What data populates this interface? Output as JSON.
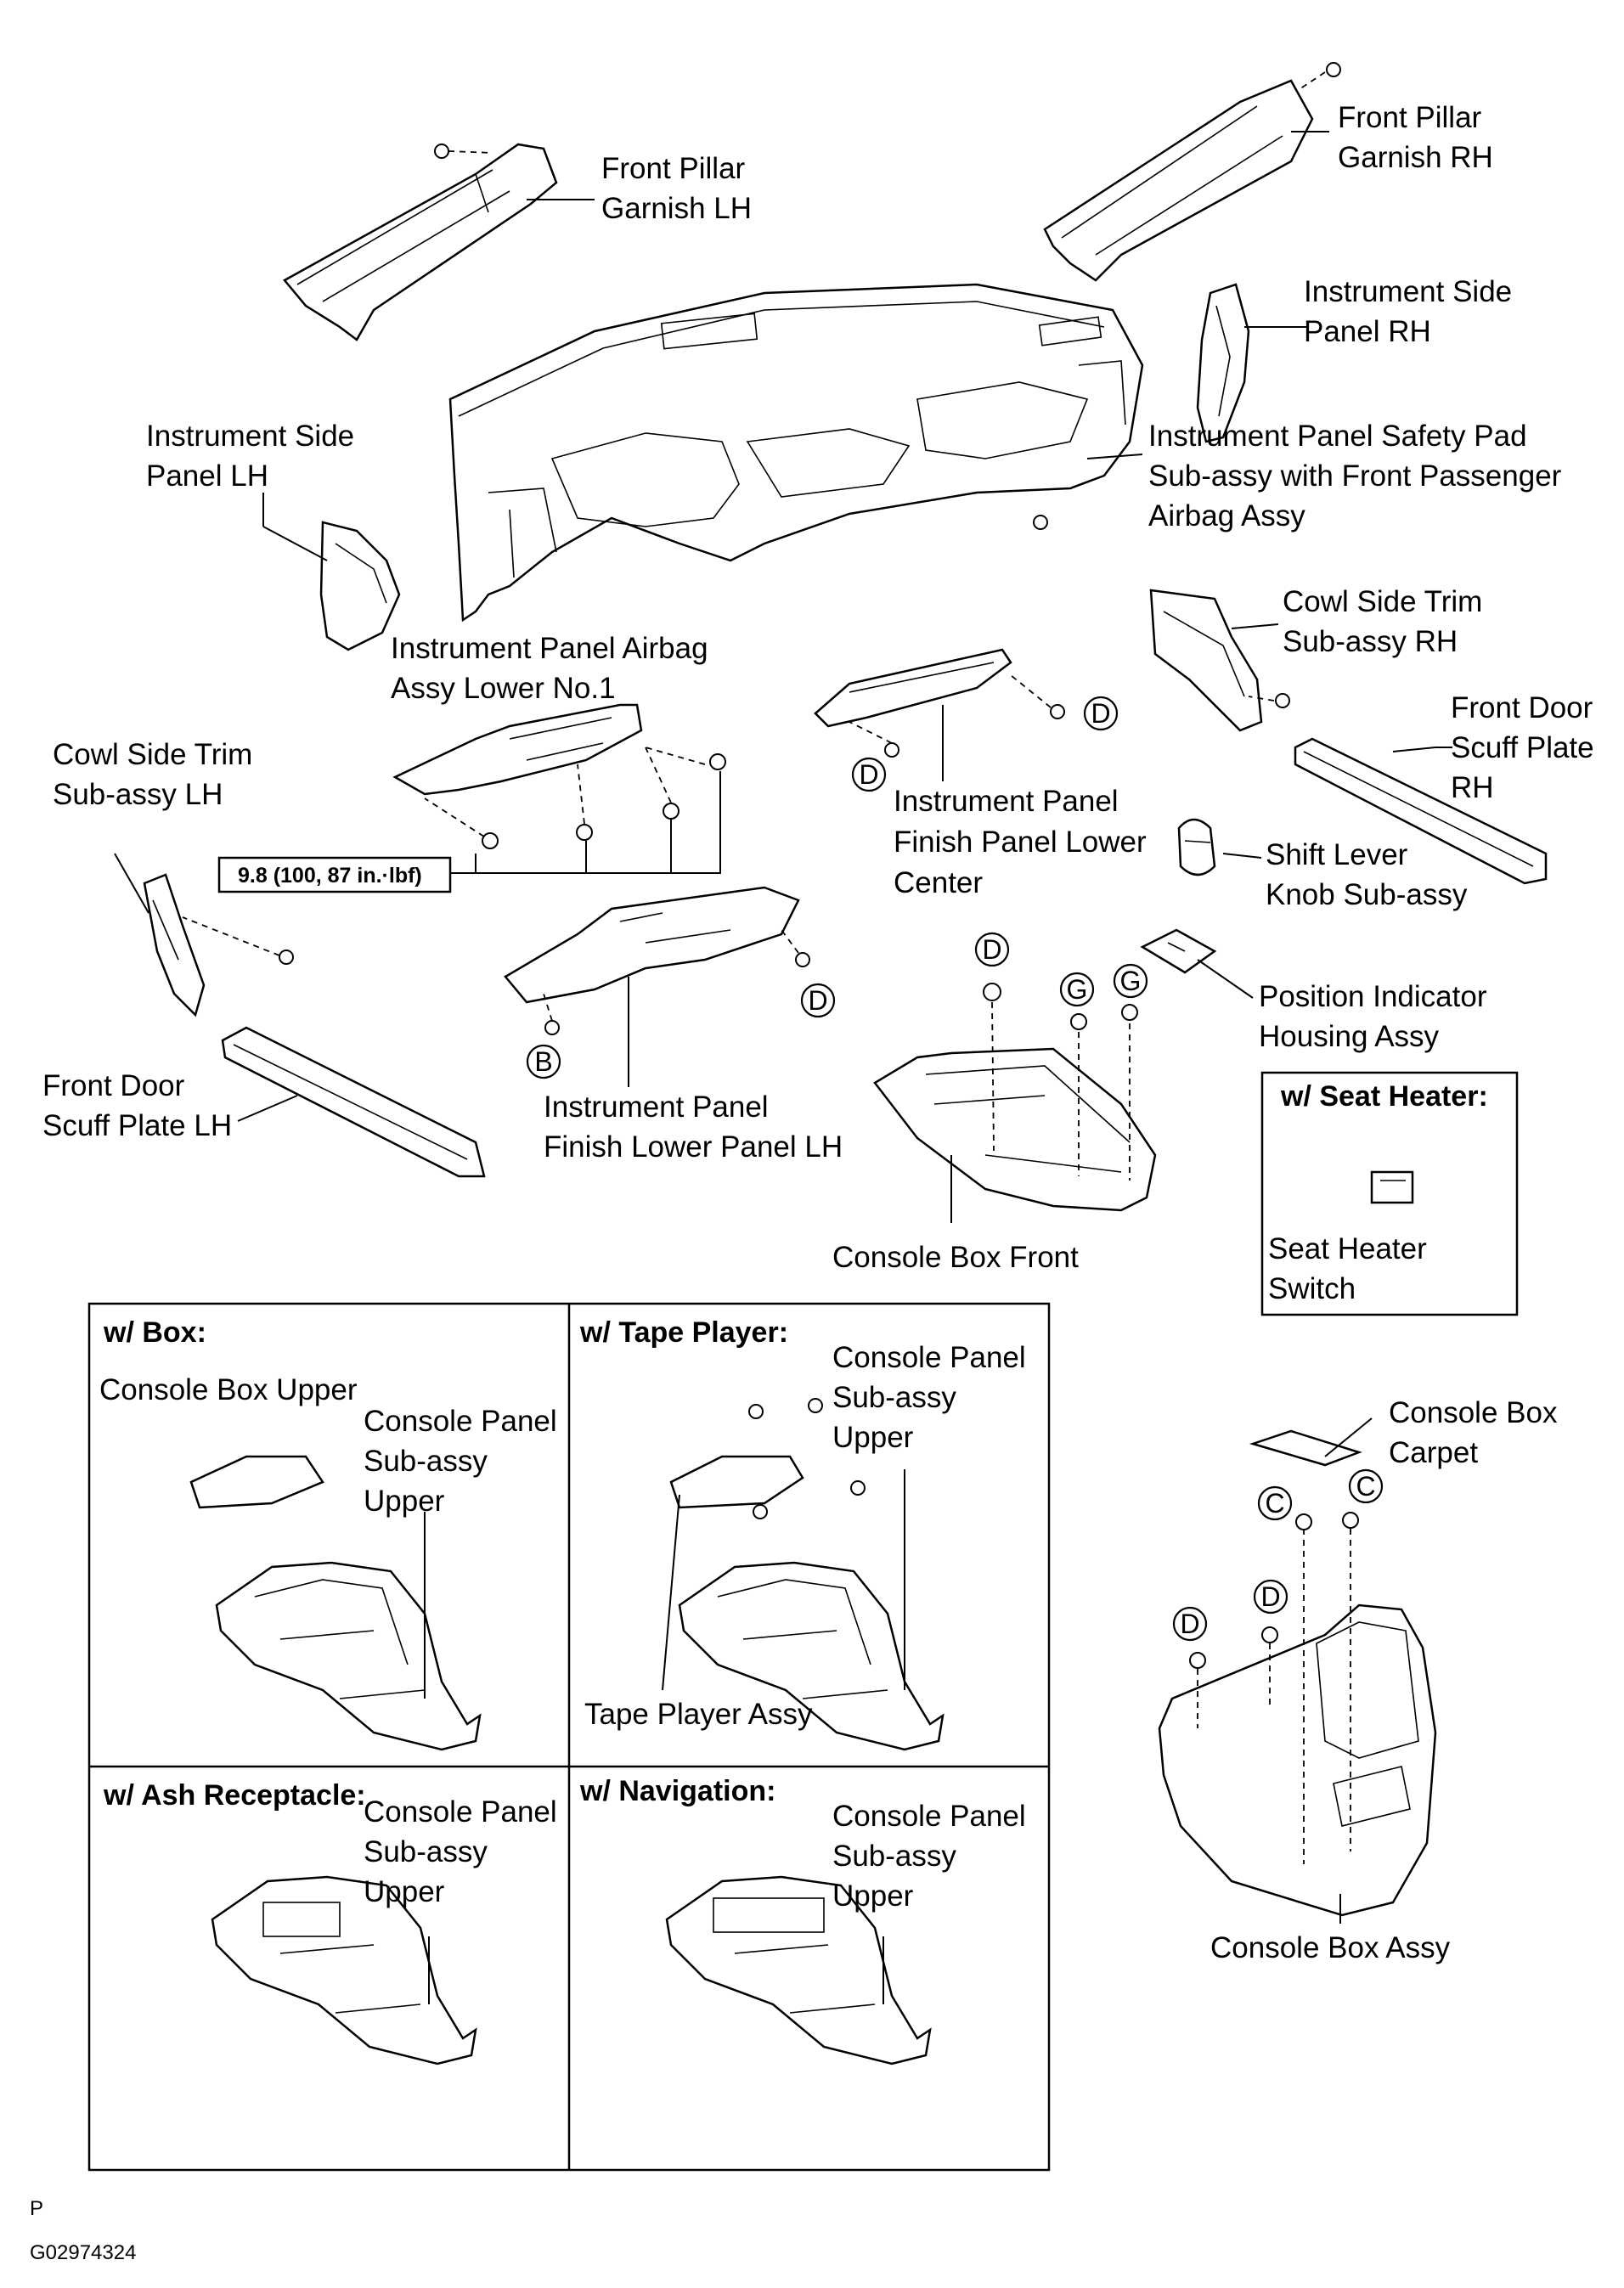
{
  "labels": {
    "front_pillar_lh": [
      "Front Pillar",
      "Garnish LH"
    ],
    "front_pillar_rh": [
      "Front Pillar",
      "Garnish RH"
    ],
    "instrument_side_rh": [
      "Instrument Side",
      "Panel RH"
    ],
    "instrument_side_lh": [
      "Instrument Side",
      "Panel LH"
    ],
    "safety_pad": [
      "Instrument Panel Safety Pad",
      "Sub-assy with Front Passenger",
      "Airbag Assy"
    ],
    "airbag_lower": [
      "Instrument Panel Airbag",
      "Assy Lower No.1"
    ],
    "cowl_rh": [
      "Cowl Side Trim",
      "Sub-assy  RH"
    ],
    "cowl_lh": [
      "Cowl Side Trim",
      "Sub-assy  LH"
    ],
    "scuff_rh": [
      "Front Door",
      "Scuff Plate",
      "RH"
    ],
    "scuff_lh": [
      "Front Door",
      "Scuff Plate LH"
    ],
    "finish_center": [
      "Instrument Panel",
      "Finish Panel Lower",
      "Center"
    ],
    "shift_knob": [
      "Shift Lever",
      "Knob  Sub-assy"
    ],
    "position_indicator": [
      "Position Indicator",
      "Housing Assy"
    ],
    "finish_lower_lh": [
      "Instrument Panel",
      "Finish Lower Panel LH"
    ],
    "console_box_front": "Console Box Front",
    "seat_heater_switch": [
      "Seat Heater",
      "Switch"
    ],
    "console_box_carpet": [
      "Console Box",
      "Carpet"
    ],
    "console_box_assy": "Console Box Assy",
    "console_box_upper": "Console Box Upper",
    "console_panel_upper": [
      "Console Panel",
      "Sub-assy",
      "Upper"
    ],
    "tape_player_assy": "Tape Player Assy"
  },
  "torque": "9.8 (100, 87 in.·lbf)",
  "callouts": {
    "b": "B",
    "c": "C",
    "d": "D",
    "g": "G"
  },
  "boxes": {
    "seat_heater": "w/ Seat Heater:",
    "box": "w/ Box:",
    "tape_player": "w/ Tape Player:",
    "ash_receptacle": "w/ Ash Receptacle:",
    "navigation": "w/ Navigation:"
  },
  "footer": {
    "code": "P",
    "figure_id": "G02974324"
  }
}
